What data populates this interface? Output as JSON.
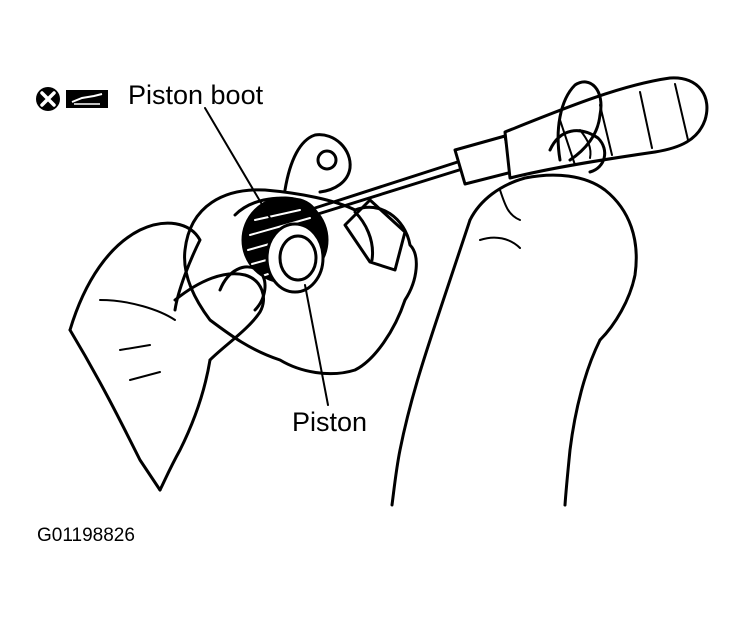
{
  "callouts": {
    "piston_boot": "Piston boot",
    "piston": "Piston"
  },
  "figure_id": "G01198826",
  "symbols": {
    "prohibited_icon": "x-circle-icon",
    "replace_part_icon": "replace-part-icon"
  },
  "colors": {
    "ink": "#000000",
    "paper": "#ffffff"
  }
}
